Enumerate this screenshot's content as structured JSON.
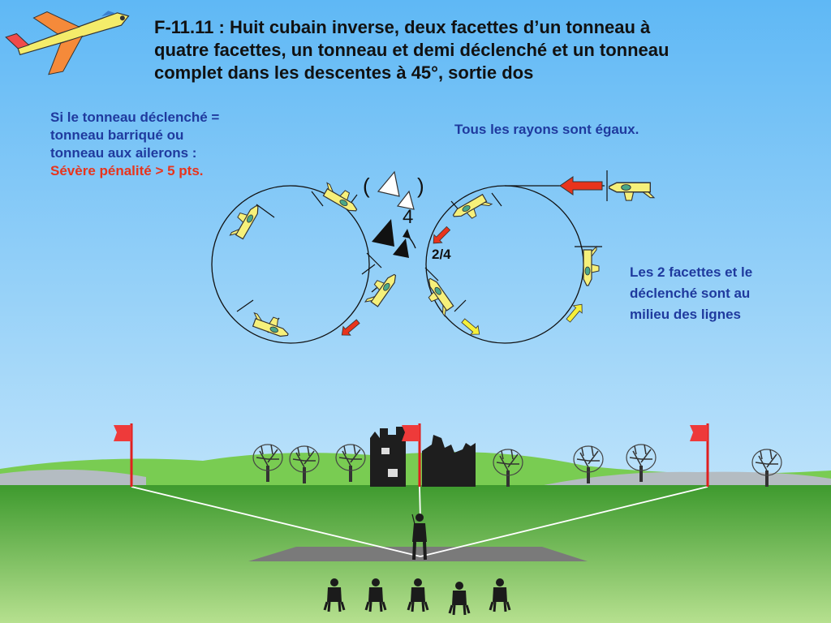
{
  "title": {
    "line1": "F-11.11 : Huit cubain inverse, deux facettes d’un tonneau à",
    "line2": "quatre facettes, un tonneau et demi déclenché et un      tonneau",
    "line3": "complet dans les descentes à 45°, sortie dos"
  },
  "notes": {
    "warning": {
      "line1": "Si le tonneau déclenché =",
      "line2": "tonneau barriqué ou",
      "line3": "tonneau aux ailerons :",
      "penalty": "Sévère pénalité > 5 pts."
    },
    "radii": "Tous les rayons sont égaux.",
    "middle": {
      "line1": "Les 2 facettes et le",
      "line2": "déclenché sont au",
      "line3": "milieu des lignes"
    }
  },
  "figure_labels": {
    "facets": "4",
    "fraction": "2/4",
    "paren_open": "(",
    "paren_close": ")"
  },
  "colors": {
    "sky_top": "#5fb8f5",
    "sky_bottom": "#d6eefc",
    "grass": "#6fbf46",
    "text_blue": "#1f3a9e",
    "penalty_red": "#e8341c",
    "plane_yellow": "#f6f07a",
    "arrow_red": "#e8341c",
    "arrow_yellow": "#f5ef3a"
  }
}
